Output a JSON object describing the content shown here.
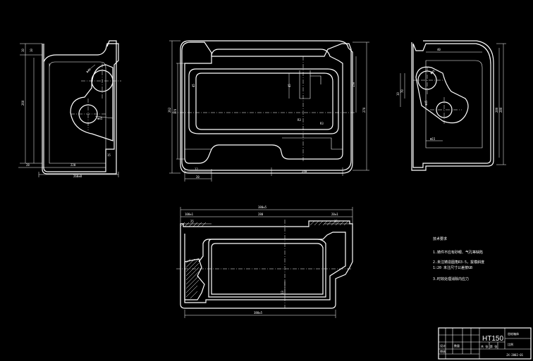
{
  "dimensions": {
    "left": {
      "top_small": "10",
      "top_gap": "10",
      "height": "260",
      "bottom": "28",
      "width_inner": "220",
      "width_total": "260±0",
      "diameter_top": "Φ45",
      "diameter_bottom": "Φ45",
      "right_bottom": "15"
    },
    "center": {
      "left_height": "262",
      "left_inner": "170",
      "inner_top": "R3",
      "mid_left": "45",
      "mid_right": "45",
      "right_inner": "150",
      "right_outer": "270",
      "bottom_left": "12",
      "bottom_left2": "20",
      "bottom_right": "240",
      "inner_label": "R3"
    },
    "right": {
      "top": "40",
      "left_a": "10",
      "left_b": "70",
      "height": "280",
      "right_height": "280",
      "diameter_top": "Φ45",
      "diameter_bottom": "Φ45",
      "bottom_label": "Φ15"
    },
    "bottom": {
      "overall": "380±5",
      "left": "100±1",
      "middle": "280",
      "right": "20±1",
      "top_left": "25",
      "top_right": "15",
      "inner": "13",
      "base": "380±5"
    }
  },
  "notes": {
    "title": "技术要求",
    "line1": "1.铸件不应有砂眼、气孔等缺陷",
    "line2a": "2.未注铸造圆角R3-5，拔模斜度",
    "line2b": "  1:20 未注尺寸公差按GB",
    "line3": "3.时效处理消除内应力"
  },
  "title_block": {
    "material": "HT150",
    "name_top": "齿轮箱体",
    "scale": "比例",
    "sheet_label": "共 张 第 张",
    "drawing_no": "JX-2002-01",
    "design": "设计",
    "check": "审核",
    "count": "数量"
  }
}
